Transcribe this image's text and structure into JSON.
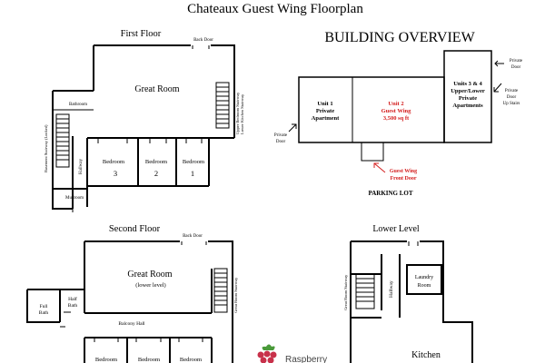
{
  "page_title": "Chateaux Guest Wing Floorplan",
  "first_floor": {
    "title": "First Floor",
    "back_door": "Back Door",
    "great_room": "Great Room",
    "bathroom": "Bathroom",
    "basement_stairway": "Basement Stairway (Locked)",
    "upper_bedroom_stairway": "Upper Bedroom Stairway",
    "lower_kitchen_stairway": "Lower Kitchen Stairway",
    "hallway": "Hallway",
    "mudroom": "Mudroom",
    "bedroom_label": "Bedroom",
    "bedroom_numbers": [
      "3",
      "2",
      "1"
    ]
  },
  "building_overview": {
    "title": "BUILDING OVERVIEW",
    "unit1": [
      "Unit 1",
      "Private",
      "Apartment"
    ],
    "unit2": [
      "Unit 2",
      "Guest Wing",
      "3,500 sq ft"
    ],
    "unit34": [
      "Units 3 & 4",
      "Upper/Lower",
      "Private",
      "Apartments"
    ],
    "private_door_left": [
      "Private",
      "Door"
    ],
    "private_door_top": [
      "Private",
      "Door"
    ],
    "private_door_stairs": [
      "Private",
      "Door",
      "Up Stairs"
    ],
    "guest_front_door": [
      "Guest Wing",
      "Front Door"
    ],
    "parking_lot": "PARKING LOT"
  },
  "second_floor": {
    "title": "Second Floor",
    "back_door": "Back Door",
    "great_room": "Great Room",
    "great_room_sub": "(lower level)",
    "great_room_stairway": "Great Room Stairway",
    "full_bath": [
      "Full",
      "Bath"
    ],
    "half_bath": [
      "Half",
      "Bath"
    ],
    "balcony_hall": "Balcony Hall",
    "bedroom_label": "Bedroom"
  },
  "lower_level": {
    "title": "Lower Level",
    "great_room_stairway": "Great Room Stairway",
    "hallway": "Hallway",
    "laundry_room": [
      "Laundry",
      "Room"
    ],
    "kitchen": "Kitchen"
  },
  "brand": {
    "name": "Raspberry",
    "logo": "raspberry-logo"
  },
  "colors": {
    "accent_red": "#d42020",
    "logo_red": "#c8314a",
    "leaf_green": "#4a9a3a"
  }
}
